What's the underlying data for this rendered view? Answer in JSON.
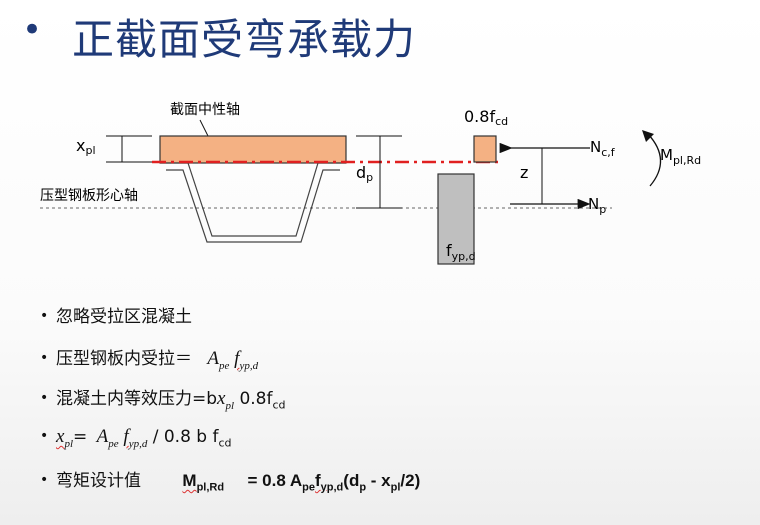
{
  "title": {
    "bullet": "•",
    "text": "正截面受弯承载力"
  },
  "diagram": {
    "label_neutral_axis": "截面中性轴",
    "label_steel_axis": "压型钢板形心轴",
    "xpl_main": "x",
    "xpl_sub": "pl",
    "dp_main": "d",
    "dp_sub": "p",
    "concrete_stress_main": "0.8f",
    "concrete_stress_sub": "cd",
    "steel_stress_main": "f",
    "steel_stress_sub": "yp,d",
    "ncf_main": "N",
    "ncf_sub": "c,f",
    "np_main": "N",
    "np_sub": "p",
    "z": "z",
    "moment_main": "M",
    "moment_sub": "pl,Rd",
    "colors": {
      "concrete": "#f4b183",
      "steel": "#bfbfbf",
      "axis": "#e02020"
    }
  },
  "bullets": [
    {
      "text": "忽略受拉区混凝土"
    },
    {
      "label": "压型钢板内受拉＝",
      "a": "A",
      "a_sub": "pe",
      "f": "f",
      "f_sub": "yp,d"
    },
    {
      "label": "混凝土内等效压力=b",
      "x": "x",
      "x_sub": "pl",
      "rest": " 0.8f",
      "rest_sub": "cd"
    },
    {
      "x": "x",
      "x_sub": "pl",
      "eq": "=",
      "a": "A",
      "a_sub": "pe",
      "f": "f",
      "f_sub": "yp,d",
      "rest": "/ 0.8 b f",
      "rest_sub": "cd"
    },
    {
      "label": "弯矩设计值",
      "m": "M",
      "m_sub": "pl,Rd",
      "formula_a": " = 0.8 A",
      "formula_a_sub": "pe",
      "formula_b": "f",
      "formula_b_sub": "yp,d",
      "formula_c": "(d",
      "formula_c_sub": "p",
      "formula_d": " - x",
      "formula_d_sub": "pl",
      "formula_e": "/2)"
    }
  ]
}
